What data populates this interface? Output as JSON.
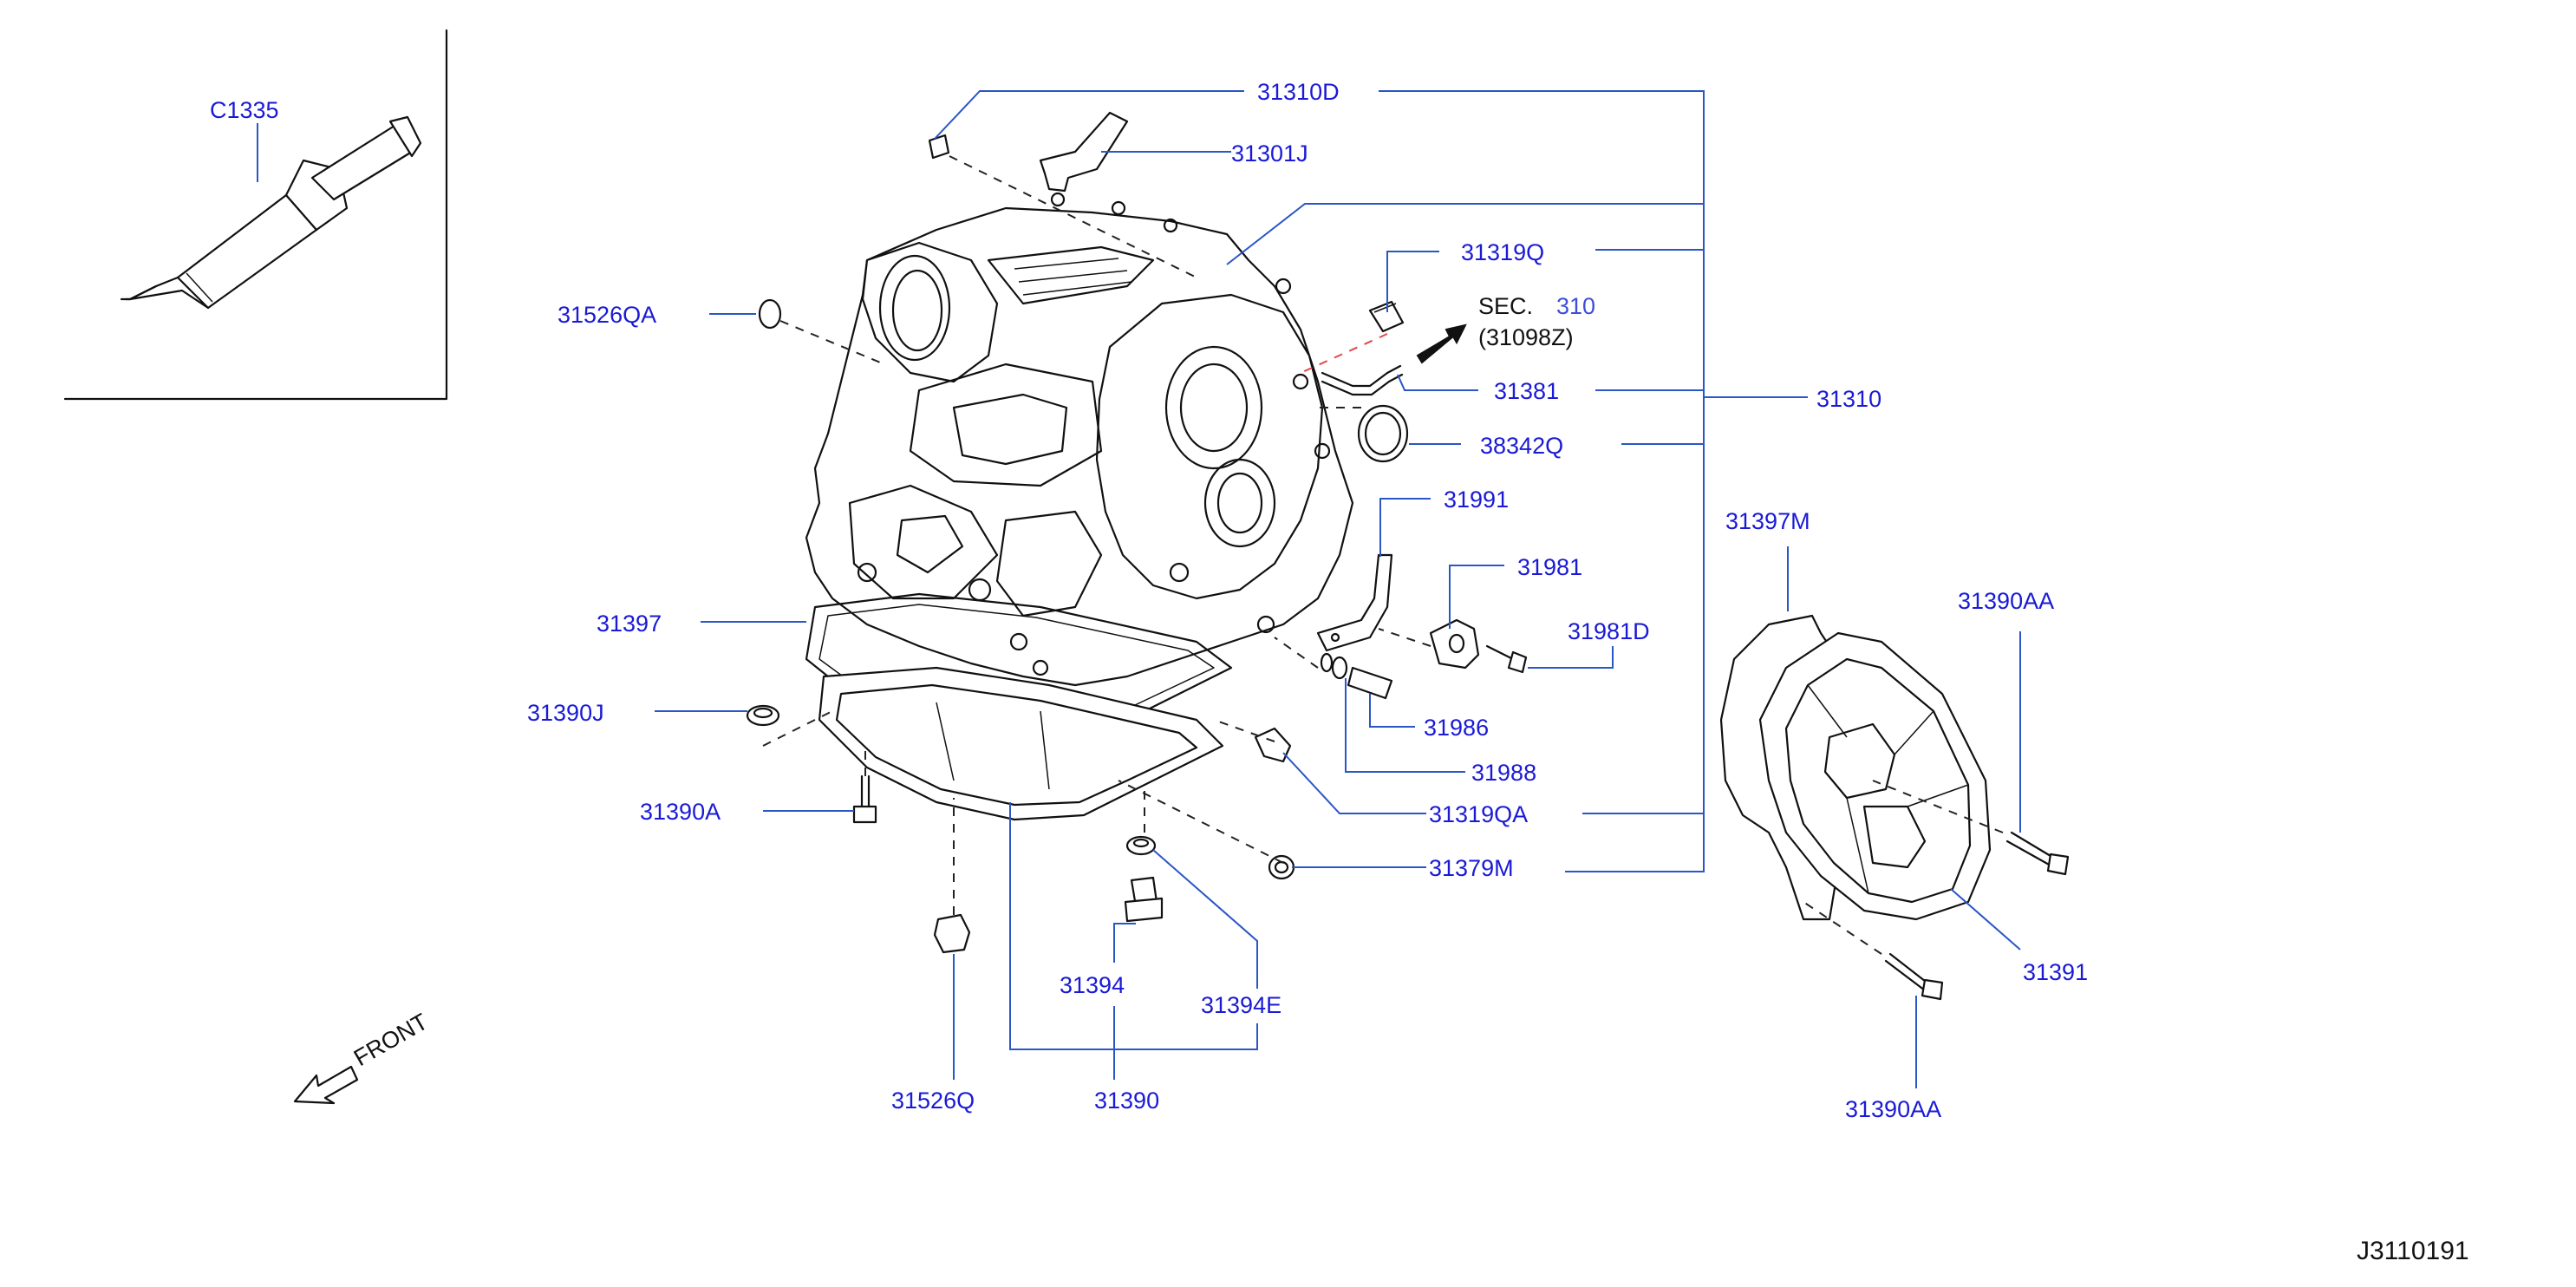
{
  "colors": {
    "label": "#1a1ad6",
    "leader": "#2a56c6",
    "ink": "#111111",
    "sec_ref": "#3b4fd8",
    "dash_red": "#e04848"
  },
  "labels": {
    "c1335": "C1335",
    "p31310d": "31310D",
    "p31301j": "31301J",
    "p31319q": "31319Q",
    "p31526qa": "31526QA",
    "p31381": "31381",
    "p31310": "31310",
    "p38342q": "38342Q",
    "p31991": "31991",
    "p31397m": "31397M",
    "p31981": "31981",
    "p31397": "31397",
    "p31981d": "31981D",
    "p31390aa_top": "31390AA",
    "p31390j": "31390J",
    "p31986": "31986",
    "p31988": "31988",
    "p31390a": "31390A",
    "p31319qa": "31319QA",
    "p31379m": "31379M",
    "p31391": "31391",
    "p31394": "31394",
    "p31394e": "31394E",
    "p31526q": "31526Q",
    "p31390": "31390",
    "p31390aa_bottom": "31390AA"
  },
  "section_reference": {
    "prefix": "SEC.",
    "number": "310",
    "sub": "(31098Z)"
  },
  "front_indicator": "FRONT",
  "diagram_code": "J3110191",
  "icons": {
    "arrow_ref": "filled-arrow-icon",
    "front": "hollow-arrow-icon"
  }
}
